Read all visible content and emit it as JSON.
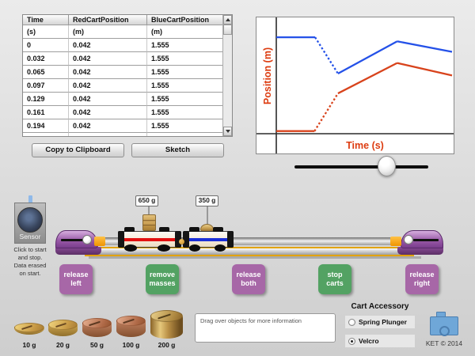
{
  "table": {
    "columns": [
      "Time",
      "RedCartPosition",
      "BlueCartPosition"
    ],
    "units": [
      "(s)",
      "(m)",
      "(m)"
    ],
    "rows": [
      [
        "0",
        "0.042",
        "1.555"
      ],
      [
        "0.032",
        "0.042",
        "1.555"
      ],
      [
        "0.065",
        "0.042",
        "1.555"
      ],
      [
        "0.097",
        "0.042",
        "1.555"
      ],
      [
        "0.129",
        "0.042",
        "1.555"
      ],
      [
        "0.161",
        "0.042",
        "1.555"
      ],
      [
        "0.194",
        "0.042",
        "1.555"
      ]
    ],
    "copy_button": "Copy to Clipboard",
    "sketch_button": "Sketch"
  },
  "chart_data": {
    "type": "line",
    "title": "",
    "xlabel": "Time (s)",
    "ylabel": "Position (m)",
    "xlim": [
      0,
      2.85
    ],
    "ylim": [
      0,
      1.85
    ],
    "grid": false,
    "legend": "none",
    "series": [
      {
        "name": "BlueCartPosition",
        "color": "#2451e8",
        "points": [
          [
            0,
            1.555
          ],
          [
            0.63,
            1.555
          ],
          [
            1.0,
            0.97
          ],
          [
            1.96,
            1.49
          ],
          [
            2.85,
            1.32
          ]
        ],
        "dashed_segments": [
          1
        ]
      },
      {
        "name": "RedCartPosition",
        "color": "#d8431c",
        "points": [
          [
            0,
            0.042
          ],
          [
            0.62,
            0.042
          ],
          [
            1.0,
            0.65
          ],
          [
            1.96,
            1.14
          ],
          [
            2.85,
            0.94
          ]
        ],
        "dashed_segments": [
          1
        ]
      }
    ]
  },
  "sensor": {
    "label": "Sensor",
    "caption": "Click to start\nand stop.\nData erased\non start."
  },
  "carts": {
    "red_cart_mass_label": "650 g",
    "blue_cart_mass_label": "350 g"
  },
  "sim_buttons": [
    {
      "label": "release\nleft",
      "color": "#a767a7"
    },
    {
      "label": "remove\nmasses",
      "color": "#53a263"
    },
    {
      "label": "release\nboth",
      "color": "#a767a7"
    },
    {
      "label": "stop\ncarts",
      "color": "#53a263"
    },
    {
      "label": "release\nright",
      "color": "#a767a7"
    }
  ],
  "masses": [
    {
      "label": "10 g"
    },
    {
      "label": "20 g"
    },
    {
      "label": "50 g"
    },
    {
      "label": "100 g"
    },
    {
      "label": "200 g"
    }
  ],
  "info_box": {
    "text": "Drag over objects for more information"
  },
  "accessory": {
    "title": "Cart Accessory",
    "options": [
      {
        "label": "Spring Plunger",
        "selected": false
      },
      {
        "label": "Velcro",
        "selected": true
      }
    ]
  },
  "footer": {
    "credit": "KET © 2014"
  },
  "colors": {
    "axis_label": "#dd3c10",
    "chart_blue": "#2451e8",
    "chart_red": "#d8431c",
    "button_purple": "#a767a7",
    "button_green": "#53a263"
  }
}
